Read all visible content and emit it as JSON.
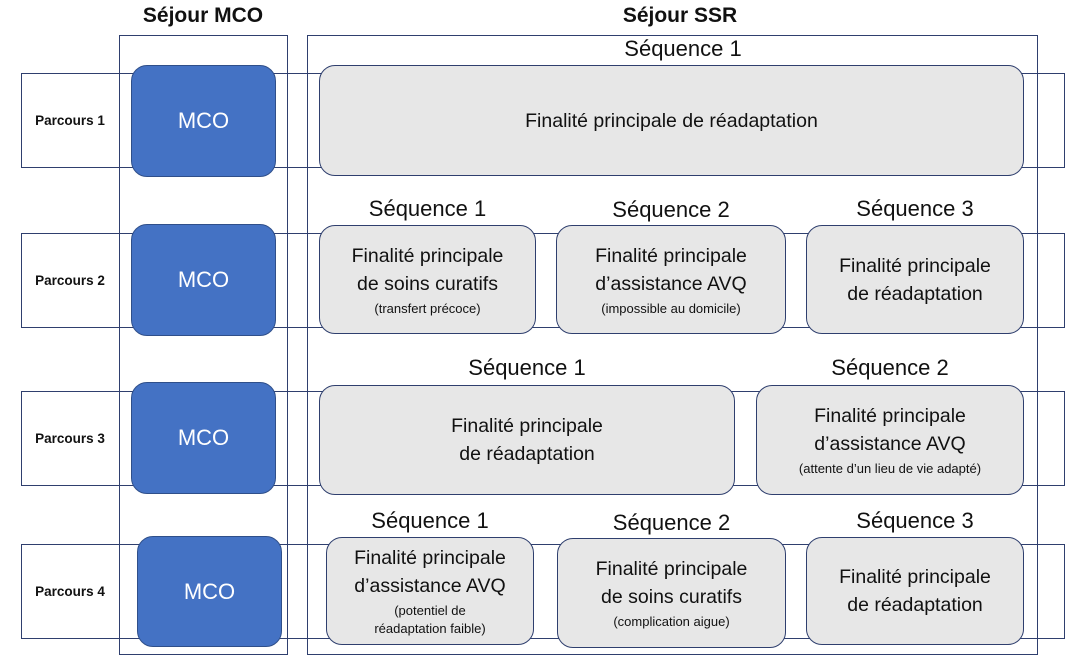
{
  "headers": {
    "mco": "Séjour MCO",
    "ssr": "Séjour SSR"
  },
  "parcours": [
    {
      "label": "Parcours 1",
      "mco": "MCO",
      "sequences": [
        {
          "label": "Séquence 1",
          "main": [
            "Finalité principale de réadaptation"
          ],
          "sub": []
        }
      ]
    },
    {
      "label": "Parcours 2",
      "mco": "MCO",
      "sequences": [
        {
          "label": "Séquence 1",
          "main": [
            "Finalité principale",
            "de soins curatifs"
          ],
          "sub": [
            "(transfert précoce)"
          ]
        },
        {
          "label": "Séquence 2",
          "main": [
            "Finalité principale",
            "d’assistance AVQ"
          ],
          "sub": [
            "(impossible au domicile)"
          ]
        },
        {
          "label": "Séquence 3",
          "main": [
            "Finalité principale",
            "de réadaptation"
          ],
          "sub": []
        }
      ]
    },
    {
      "label": "Parcours 3",
      "mco": "MCO",
      "sequences": [
        {
          "label": "Séquence 1",
          "main": [
            "Finalité principale",
            "de réadaptation"
          ],
          "sub": []
        },
        {
          "label": "Séquence 2",
          "main": [
            "Finalité principale",
            "d’assistance AVQ"
          ],
          "sub": [
            "(attente d’un lieu de vie adapté)"
          ]
        }
      ]
    },
    {
      "label": "Parcours 4",
      "mco": "MCO",
      "sequences": [
        {
          "label": "Séquence 1",
          "main": [
            "Finalité principale",
            "d’assistance AVQ"
          ],
          "sub": [
            "(potentiel de",
            "réadaptation faible)"
          ]
        },
        {
          "label": "Séquence 2",
          "main": [
            "Finalité principale",
            "de soins curatifs"
          ],
          "sub": [
            "(complication aigue)"
          ]
        },
        {
          "label": "Séquence 3",
          "main": [
            "Finalité principale",
            "de réadaptation"
          ],
          "sub": []
        }
      ]
    }
  ]
}
